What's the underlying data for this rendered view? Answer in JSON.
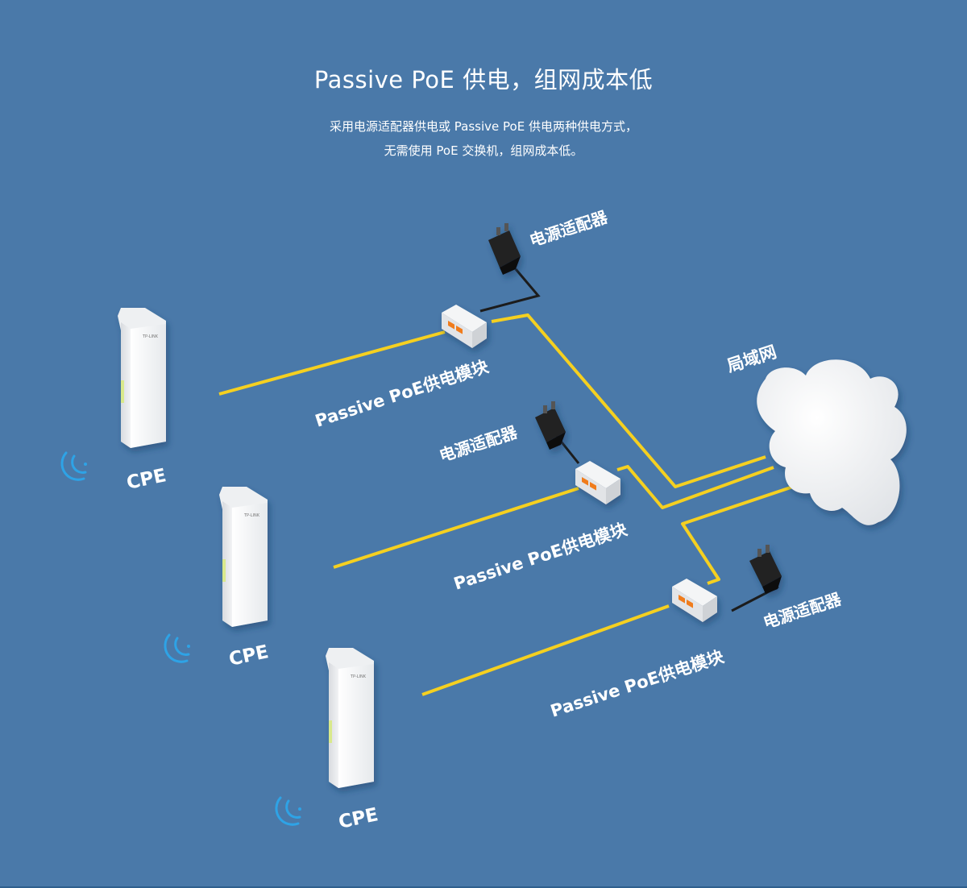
{
  "header": {
    "title": "Passive PoE 供电，组网成本低",
    "desc_line1": "采用电源适配器供电或 Passive PoE 供电两种供电方式，",
    "desc_line2": "无需使用 PoE 交换机，组网成本低。"
  },
  "labels": {
    "adapter": "电源适配器",
    "poe_module": "Passive PoE供电模块",
    "cpe": "CPE",
    "lan": "局域网",
    "device_logo": "TP-LINK"
  },
  "colors": {
    "background": "#4a79a9",
    "cable": "#f5d020",
    "wifi": "#2ea3e6",
    "port": "#f07b1f"
  }
}
